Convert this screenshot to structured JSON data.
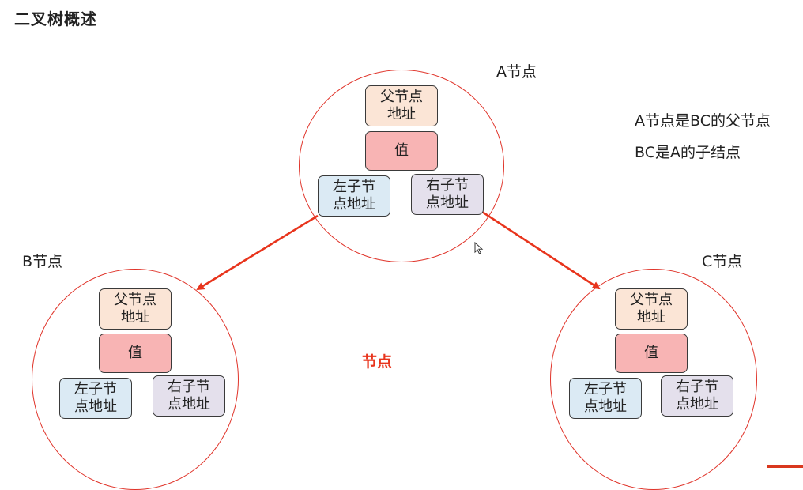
{
  "title": "二叉树概述",
  "center_label": "节点",
  "notes": [
    "A节点是BC的父节点",
    "BC是A的子结点"
  ],
  "colors": {
    "circle": "#e0342a",
    "arrow": "#e8341c",
    "parent_box": "#fbe5d6",
    "value_box": "#f8b4b4",
    "left_box": "#dbeaf4",
    "right_box": "#e4e0ec"
  },
  "nodes": [
    {
      "id": "A",
      "label": "A节点",
      "parent_lines": [
        "父节点",
        "地址"
      ],
      "value": "值",
      "left_lines": [
        "左子节",
        "点地址"
      ],
      "right_lines": [
        "右子节",
        "点地址"
      ]
    },
    {
      "id": "B",
      "label": "B节点",
      "parent_lines": [
        "父节点",
        "地址"
      ],
      "value": "值",
      "left_lines": [
        "左子节",
        "点地址"
      ],
      "right_lines": [
        "右子节",
        "点地址"
      ]
    },
    {
      "id": "C",
      "label": "C节点",
      "parent_lines": [
        "父节点",
        "地址"
      ],
      "value": "值",
      "left_lines": [
        "左子节",
        "点地址"
      ],
      "right_lines": [
        "右子节",
        "点地址"
      ]
    }
  ],
  "edges": [
    {
      "from": "A",
      "to": "B"
    },
    {
      "from": "A",
      "to": "C"
    }
  ],
  "icons": {
    "cursor": "mouse-pointer-icon"
  }
}
